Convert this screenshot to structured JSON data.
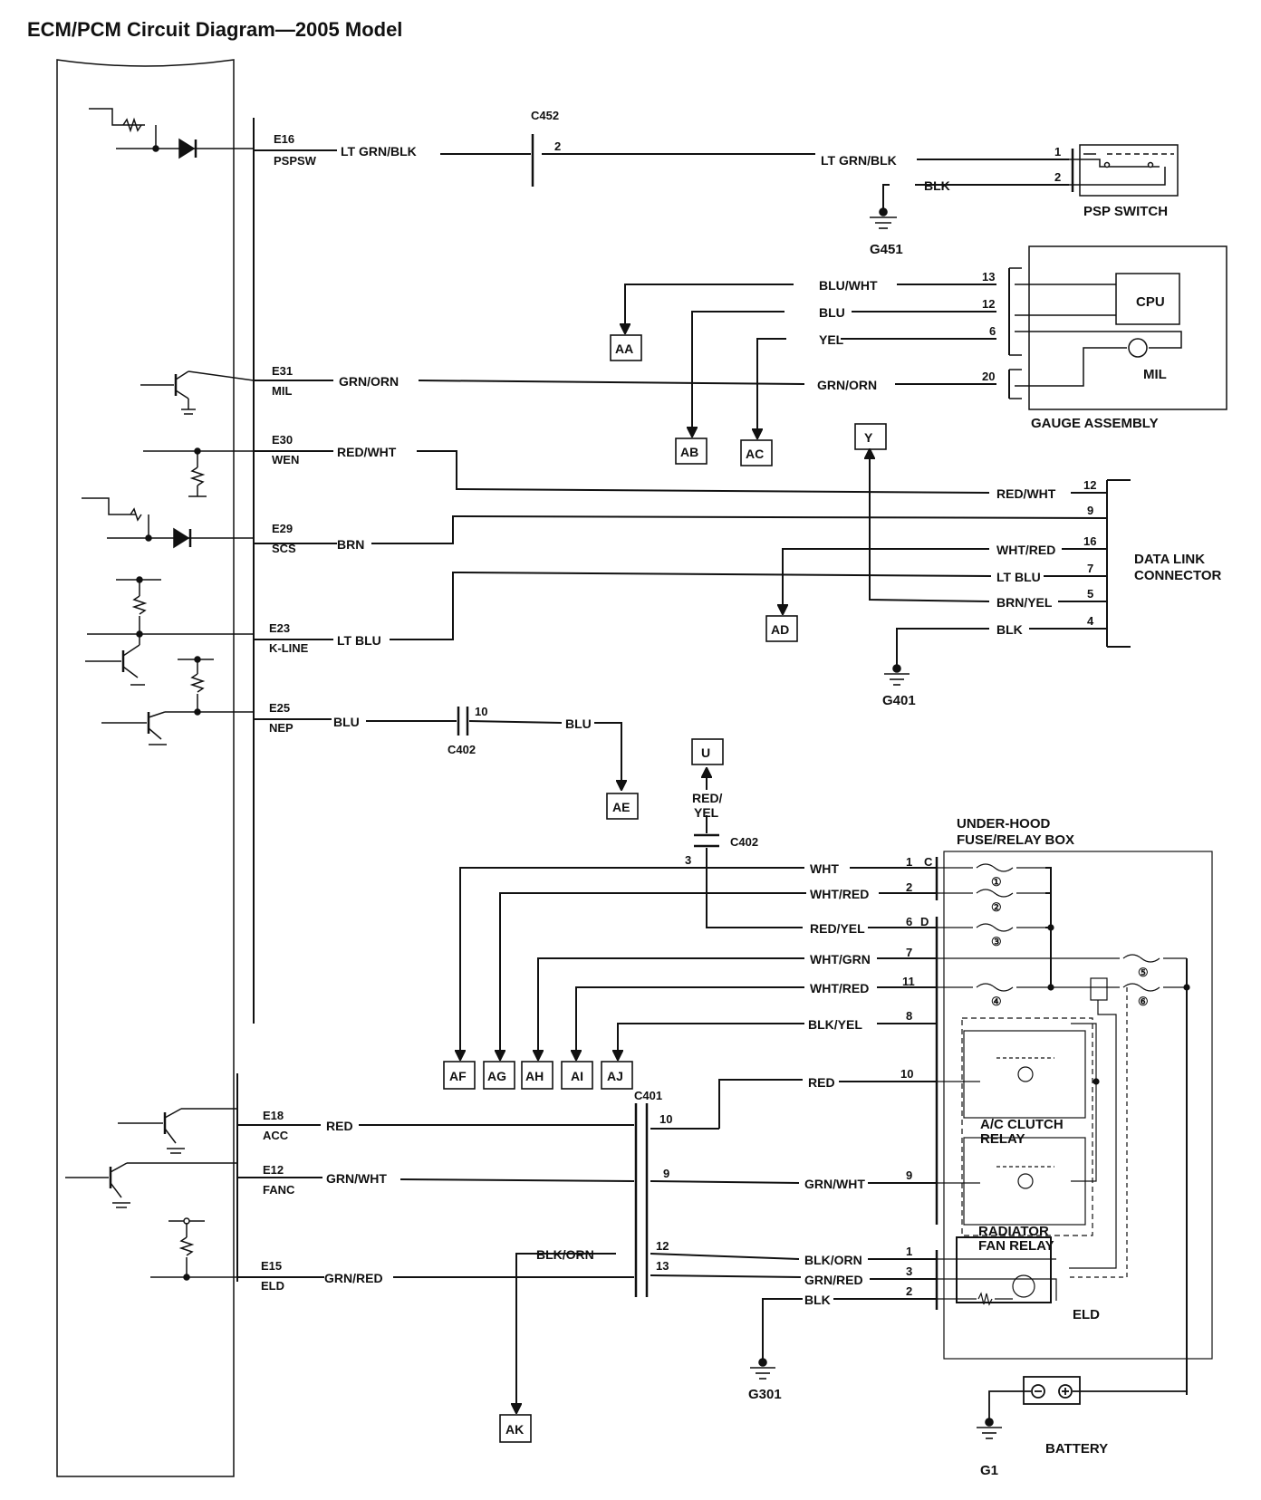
{
  "title": "ECM/PCM Circuit Diagram—2005 Model",
  "ecm_pins": [
    {
      "pin": "E16",
      "signal": "PSPSW"
    },
    {
      "pin": "E31",
      "signal": "MIL"
    },
    {
      "pin": "E30",
      "signal": "WEN"
    },
    {
      "pin": "E29",
      "signal": "SCS"
    },
    {
      "pin": "E23",
      "signal": "K-LINE"
    },
    {
      "pin": "E25",
      "signal": "NEP"
    },
    {
      "pin": "E18",
      "signal": "ACC"
    },
    {
      "pin": "E12",
      "signal": "FANC"
    },
    {
      "pin": "E15",
      "signal": "ELD"
    }
  ],
  "wires": {
    "lt_grn_blk": "LT GRN/BLK",
    "blk": "BLK",
    "blu_wht": "BLU/WHT",
    "blu": "BLU",
    "yel": "YEL",
    "grn_orn": "GRN/ORN",
    "red_wht": "RED/WHT",
    "brn": "BRN",
    "wht_red": "WHT/RED",
    "lt_blu": "LT BLU",
    "brn_yel": "BRN/YEL",
    "red_yel": "RED/YEL",
    "red_yel_split": [
      "RED/",
      "YEL"
    ],
    "wht": "WHT",
    "wht_grn": "WHT/GRN",
    "blk_yel": "BLK/YEL",
    "red": "RED",
    "grn_wht": "GRN/WHT",
    "blk_orn": "BLK/ORN",
    "grn_red": "GRN/RED"
  },
  "connectors": {
    "c452": "C452",
    "c402": "C402",
    "c401": "C401",
    "fuse_c": "C",
    "fuse_d": "D"
  },
  "pins": {
    "c452_2": "2",
    "psp_1": "1",
    "psp_2": "2",
    "gauge_13": "13",
    "gauge_12": "12",
    "gauge_6": "6",
    "gauge_20": "20",
    "dlc_12": "12",
    "dlc_9": "9",
    "dlc_16": "16",
    "dlc_7": "7",
    "dlc_5": "5",
    "dlc_4": "4",
    "c402_10": "10",
    "c402_3": "3",
    "fc_1": "1",
    "fc_2": "2",
    "fd_6": "6",
    "fd_7": "7",
    "fd_11": "11",
    "fd_8": "8",
    "fd_10": "10",
    "fd_9": "9",
    "c401_10": "10",
    "c401_9": "9",
    "c401_12": "12",
    "c401_13": "13",
    "eld_1": "1",
    "eld_3": "3",
    "eld_2": "2"
  },
  "components": {
    "psp_switch": "PSP SWITCH",
    "cpu": "CPU",
    "mil": "MIL",
    "gauge_assembly": "GAUGE ASSEMBLY",
    "data_link_connector": [
      "DATA LINK",
      "CONNECTOR"
    ],
    "fuse_box": [
      "UNDER-HOOD",
      "FUSE/RELAY BOX"
    ],
    "ac_clutch_relay": [
      "A/C CLUTCH",
      "RELAY"
    ],
    "radiator_fan_relay": [
      "RADIATOR",
      "FAN RELAY"
    ],
    "eld": "ELD",
    "battery": "BATTERY",
    "fuse_numbers": [
      "①",
      "②",
      "③",
      "④",
      "⑤",
      "⑥"
    ]
  },
  "grounds": {
    "g451": "G451",
    "g401": "G401",
    "g301": "G301",
    "g1": "G1"
  },
  "refs": {
    "aa": "AA",
    "ab": "AB",
    "ac": "AC",
    "y": "Y",
    "ad": "AD",
    "ae": "AE",
    "u": "U",
    "af": "AF",
    "ag": "AG",
    "ah": "AH",
    "ai": "AI",
    "aj": "AJ",
    "ak": "AK"
  }
}
